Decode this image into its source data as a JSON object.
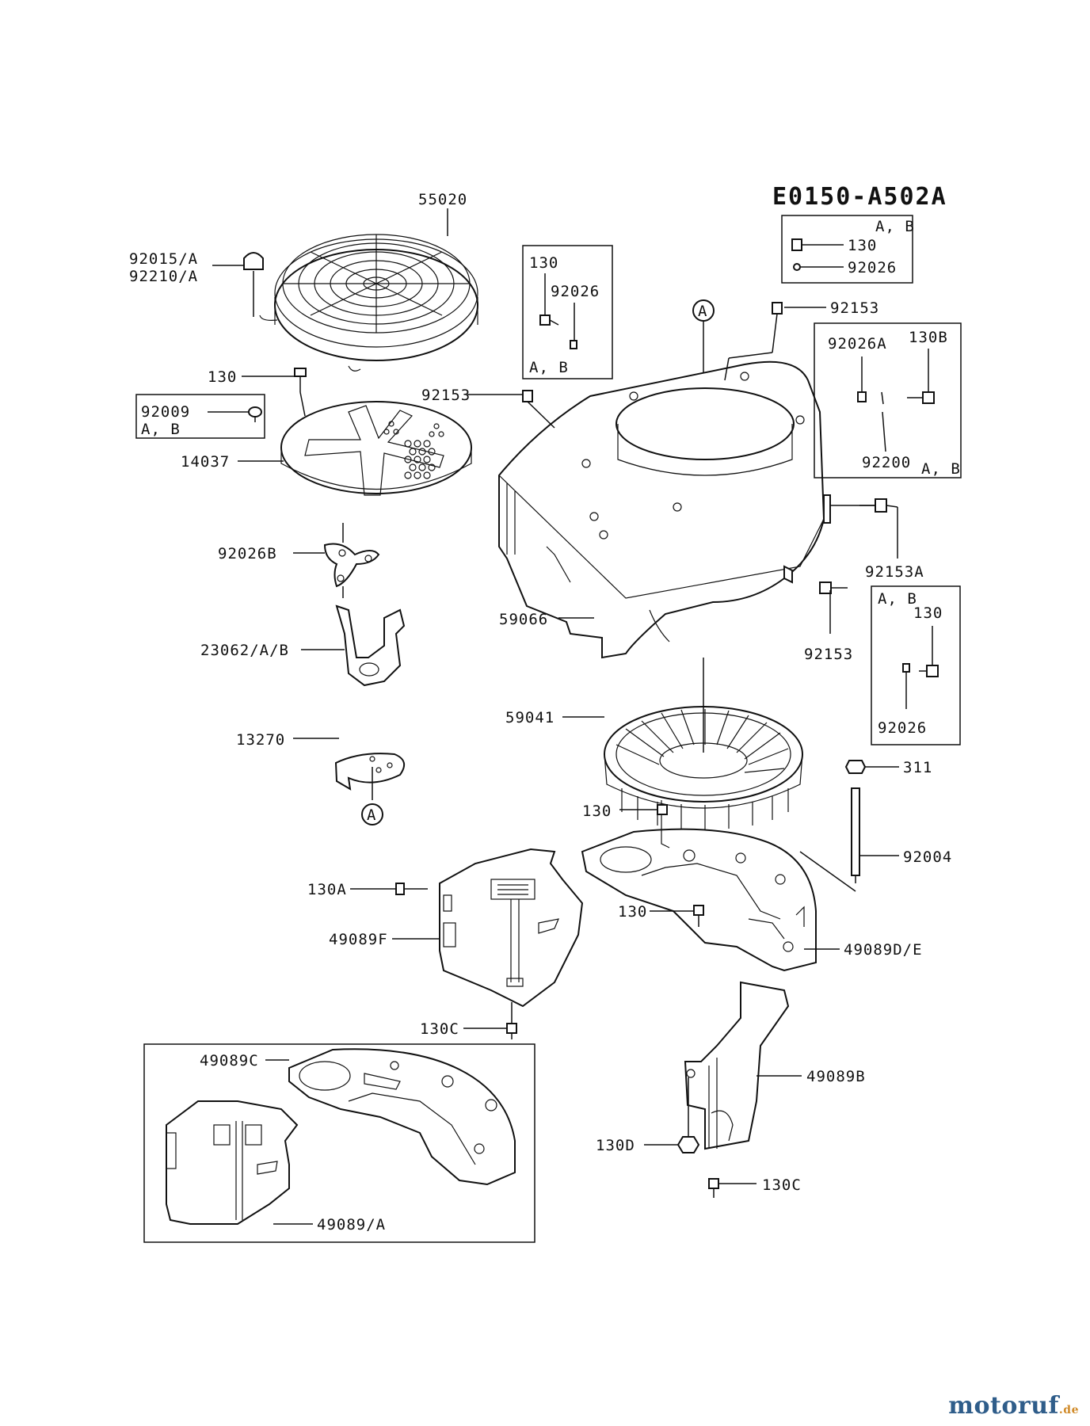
{
  "diagram_code": "E0150-A502A",
  "watermark": {
    "name": "motoruf",
    "tld": ".de"
  },
  "callouts": {
    "p55020": "55020",
    "p92015A": "92015/A",
    "p92210A": "92210/A",
    "p130_top": "130",
    "p92009": "92009",
    "p92009_ab": "A, B",
    "p14037": "14037",
    "p92026B": "92026B",
    "p23062": "23062/A/B",
    "p13270": "13270",
    "ref_a1": "A",
    "ref_a2": "A",
    "box1_130": "130",
    "box1_92026": "92026",
    "box1_ab": "A, B",
    "p92153_left": "92153",
    "box2_ab": "A, B",
    "box2_130": "130",
    "box2_92026": "92026",
    "p92153_top": "92153",
    "box3_92026A": "92026A",
    "box3_130B": "130B",
    "box3_92200": "92200",
    "box3_ab": "A, B",
    "p92153A": "92153A",
    "p92153_right": "92153",
    "box4_ab": "A, B",
    "box4_130": "130",
    "box4_92026": "92026",
    "p59066": "59066",
    "p59041": "59041",
    "p311": "311",
    "p92004": "92004",
    "p130_mid": "130",
    "p130_low": "130",
    "p130A": "130A",
    "p49089F": "49089F",
    "p49089DE": "49089D/E",
    "p130C_mid": "130C",
    "p49089C": "49089C",
    "p49089A": "49089/A",
    "p49089B": "49089B",
    "p130D": "130D",
    "p130C_low": "130C"
  }
}
